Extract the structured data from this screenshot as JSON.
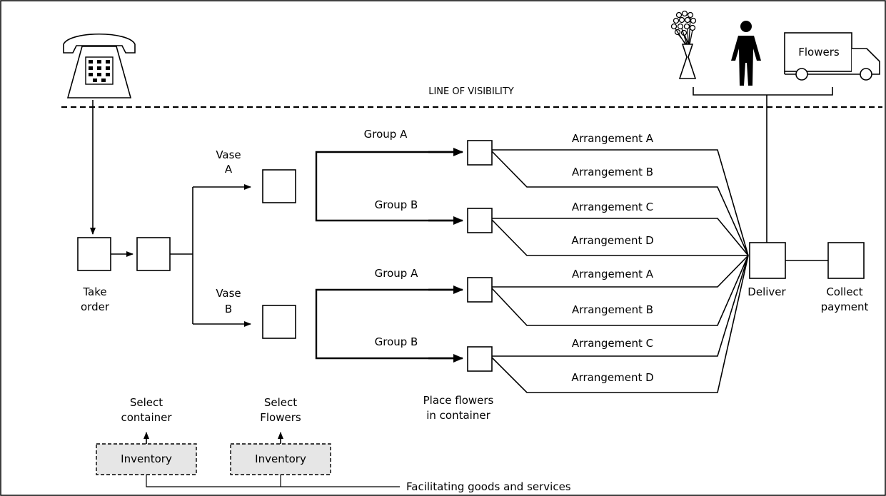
{
  "visibility_line_label": "LINE OF VISIBILITY",
  "truck_label": "Flowers",
  "steps": {
    "take_order": [
      "Take",
      "order"
    ],
    "deliver": "Deliver",
    "collect_payment": [
      "Collect",
      "payment"
    ],
    "place_flowers": [
      "Place flowers",
      "in container"
    ],
    "select_container": [
      "Select",
      "container"
    ],
    "select_flowers": [
      "Select",
      "Flowers"
    ]
  },
  "vases": [
    {
      "label": [
        "Vase",
        "A"
      ]
    },
    {
      "label": [
        "Vase",
        "B"
      ]
    }
  ],
  "groups": [
    "Group A",
    "Group B",
    "Group A",
    "Group B"
  ],
  "arrangements": [
    "Arrangement A",
    "Arrangement B",
    "Arrangement C",
    "Arrangement D",
    "Arrangement A",
    "Arrangement B",
    "Arrangement C",
    "Arrangement D"
  ],
  "inventory": [
    "Inventory",
    "Inventory"
  ],
  "facilitating_label": "Facilitating goods and services"
}
